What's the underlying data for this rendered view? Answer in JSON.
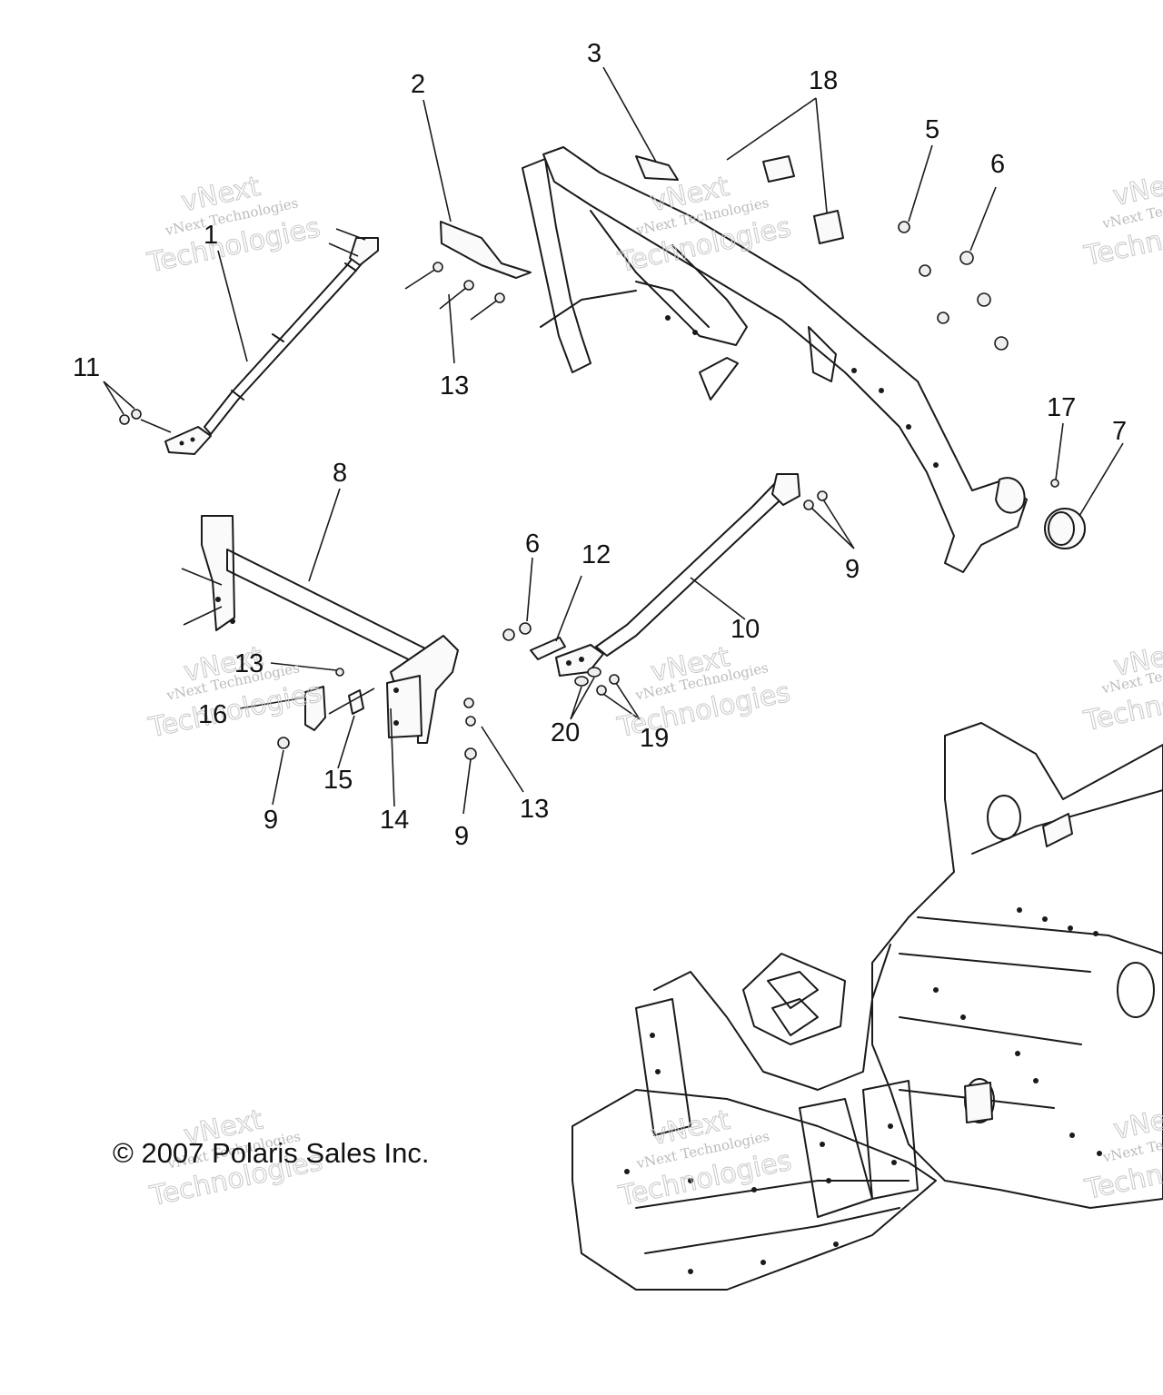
{
  "callouts": [
    {
      "id": "c1",
      "text": "1"
    },
    {
      "id": "c2",
      "text": "2"
    },
    {
      "id": "c3",
      "text": "3"
    },
    {
      "id": "c18",
      "text": "18"
    },
    {
      "id": "c5",
      "text": "5"
    },
    {
      "id": "c6a",
      "text": "6"
    },
    {
      "id": "c11",
      "text": "11"
    },
    {
      "id": "c13a",
      "text": "13"
    },
    {
      "id": "c17",
      "text": "17"
    },
    {
      "id": "c7",
      "text": "7"
    },
    {
      "id": "c8",
      "text": "8"
    },
    {
      "id": "c6b",
      "text": "6"
    },
    {
      "id": "c12",
      "text": "12"
    },
    {
      "id": "c9a",
      "text": "9"
    },
    {
      "id": "c10",
      "text": "10"
    },
    {
      "id": "c13b",
      "text": "13"
    },
    {
      "id": "c16",
      "text": "16"
    },
    {
      "id": "c20",
      "text": "20"
    },
    {
      "id": "c19",
      "text": "19"
    },
    {
      "id": "c15",
      "text": "15"
    },
    {
      "id": "c13c",
      "text": "13"
    },
    {
      "id": "c9b",
      "text": "9"
    },
    {
      "id": "c14",
      "text": "14"
    },
    {
      "id": "c9c",
      "text": "9"
    }
  ],
  "copyright": "© 2007 Polaris Sales Inc.",
  "watermark": {
    "line1": "vNext Technologies",
    "line2": "Technologies",
    "line3": "vNext"
  }
}
